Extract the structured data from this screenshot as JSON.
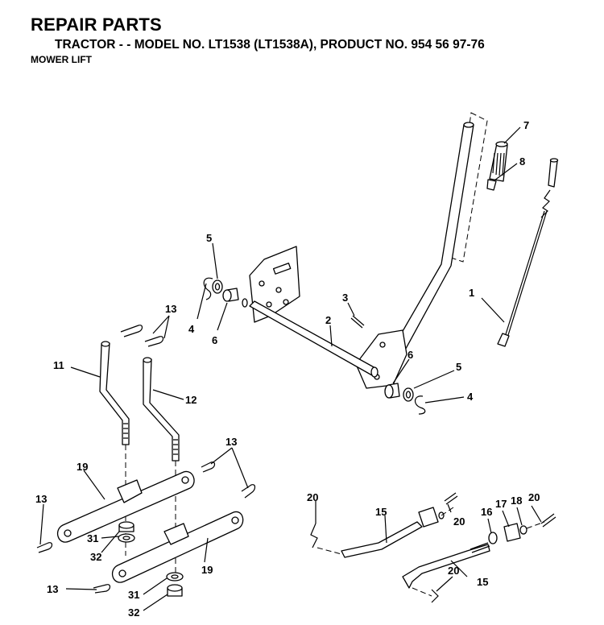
{
  "header": {
    "title": "REPAIR PARTS",
    "subtitle": "TRACTOR - - MODEL NO. LT1538 (LT1538A), PRODUCT NO. 954 56 97-76",
    "section": "MOWER LIFT"
  },
  "callouts": {
    "c1": "1",
    "c2": "2",
    "c3": "3",
    "c4a": "4",
    "c4b": "4",
    "c5a": "5",
    "c5b": "5",
    "c6a": "6",
    "c6b": "6",
    "c7": "7",
    "c8": "8",
    "c11": "11",
    "c12": "12",
    "c13a": "13",
    "c13b": "13",
    "c13c": "13",
    "c13d": "13",
    "c15a": "15",
    "c15b": "15",
    "c16": "16",
    "c17": "17",
    "c18": "18",
    "c19a": "19",
    "c19b": "19",
    "c20a": "20",
    "c20b": "20",
    "c20c": "20",
    "c20d": "20",
    "c31a": "31",
    "c31b": "31",
    "c32a": "32",
    "c32b": "32"
  }
}
